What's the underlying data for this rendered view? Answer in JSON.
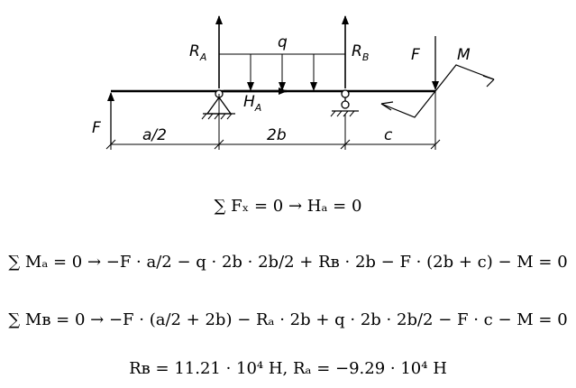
{
  "labels": {
    "ra": "R",
    "ra_sub": "A",
    "rb": "R",
    "rb_sub": "B",
    "q": "q",
    "ha": "H",
    "ha_sub": "A",
    "f_left": "F",
    "f_right": "F",
    "m": "M",
    "dim_a2": "a/2",
    "dim_2b": "2b",
    "dim_c": "c"
  },
  "equations": {
    "eq1": "∑ Fₓ = 0 → Hₐ = 0",
    "eq2": "∑ Mₐ = 0 → −F · a/2 − q · 2b · 2b/2 + Rʙ · 2b − F · (2b + c) − M = 0",
    "eq3": "∑ Mʙ = 0 → −F · (a/2 + 2b) − Rₐ · 2b + q · 2b · 2b/2 − F · c − M = 0",
    "eq4": "Rʙ = 11.21 · 10⁴ H, Rₐ = −9.29 · 10⁴ H"
  }
}
